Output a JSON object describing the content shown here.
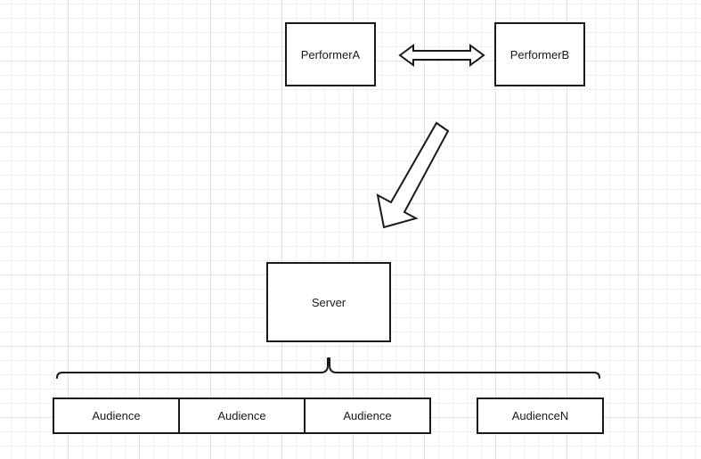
{
  "diagram": {
    "nodes": {
      "performer_a": "PerformerA",
      "performer_b": "PerformerB",
      "server": "Server",
      "audience_1": "Audience",
      "audience_2": "Audience",
      "audience_3": "Audience",
      "audience_n": "AudienceN"
    },
    "edges": [
      {
        "from": "PerformerA",
        "to": "PerformerB",
        "style": "double-headed-hollow-arrow"
      },
      {
        "from": "Performers",
        "to": "Server",
        "style": "hollow-block-arrow"
      }
    ],
    "groups": [
      {
        "shape": "curly-brace",
        "spans": [
          "Audience",
          "Audience",
          "Audience",
          "AudienceN"
        ]
      }
    ],
    "colors": {
      "stroke": "#1a1a1a",
      "fill": "#ffffff",
      "grid": "#e2e2e2"
    }
  }
}
